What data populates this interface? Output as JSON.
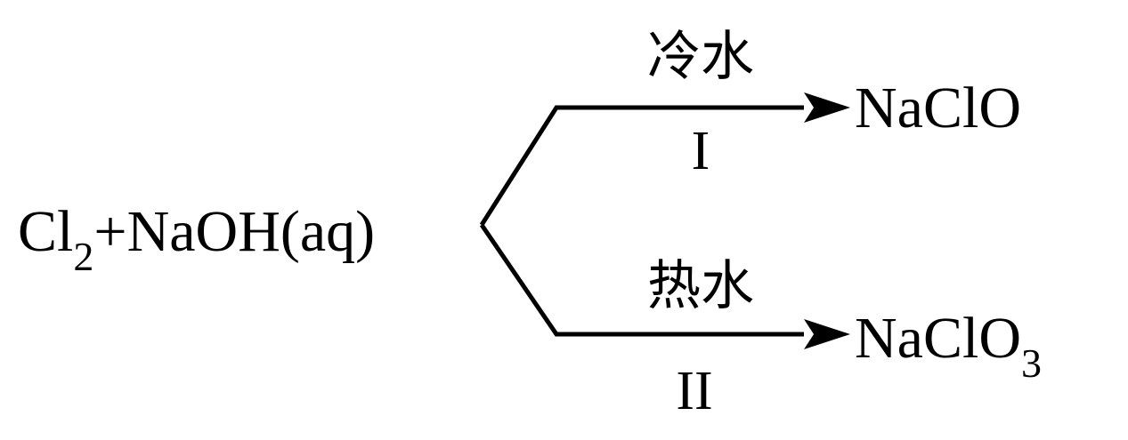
{
  "reactant": {
    "cl": "Cl",
    "cl_sub": "2",
    "rest": "+NaOH(aq)"
  },
  "branch_top": {
    "condition": "冷水",
    "step": "I",
    "product_main": "NaClO",
    "product_sub": ""
  },
  "branch_bottom": {
    "condition": "热水",
    "step": "II",
    "product_main": "NaClO",
    "product_sub": "3"
  },
  "colors": {
    "ink": "#000000",
    "background": "#ffffff"
  }
}
